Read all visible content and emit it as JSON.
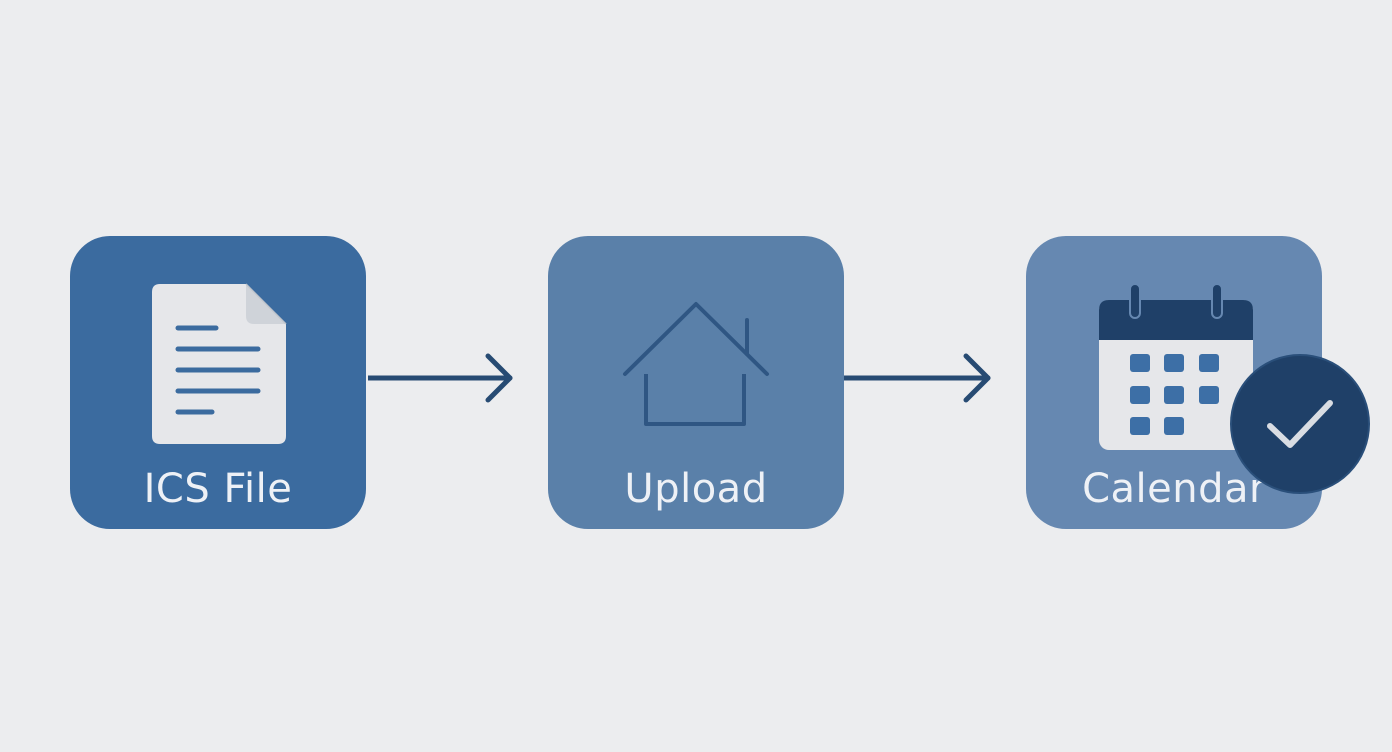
{
  "colors": {
    "background": "#ecedef",
    "ics_tile": "#3b6b9f",
    "upload_tile": "#5a80a9",
    "calendar_tile": "#6688b1",
    "arrow": "#274b73",
    "badge": "#1f4068",
    "icon_light": "#e6e7ea",
    "icon_dark_stroke": "#2f5683"
  },
  "steps": [
    {
      "label": "ICS File",
      "icon": "document-icon"
    },
    {
      "label": "Upload",
      "icon": "house-icon"
    },
    {
      "label": "Calendar",
      "icon": "calendar-icon"
    }
  ],
  "badge_icon": "checkmark-icon"
}
